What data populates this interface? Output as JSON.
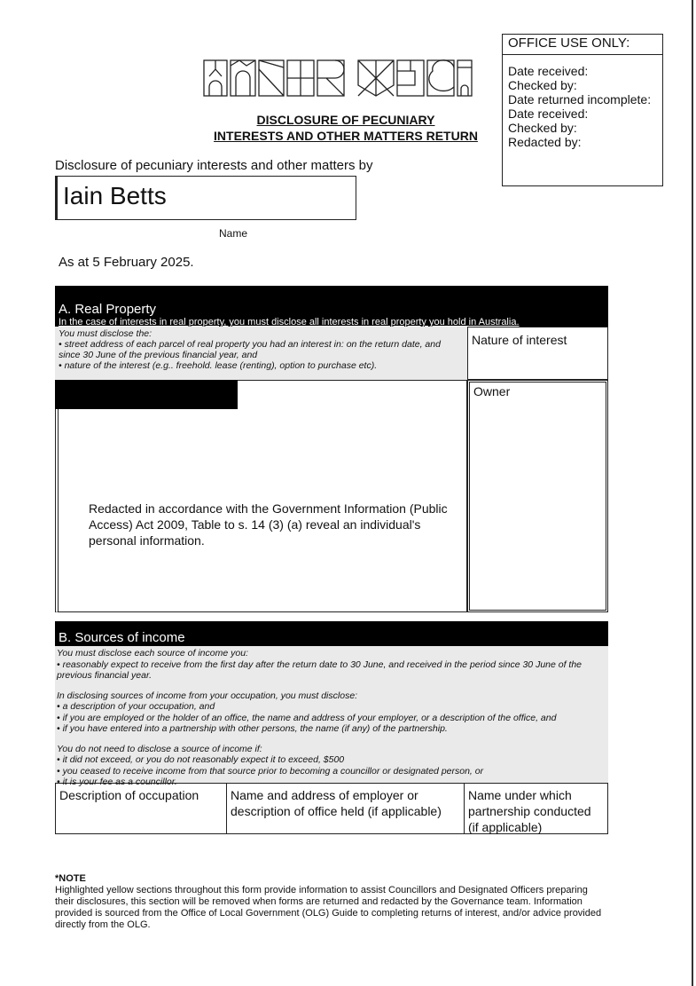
{
  "office": {
    "title": "OFFICE USE ONLY:",
    "fields": [
      "Date received:",
      "Checked by:",
      "Date returned incomplete:",
      "Date received:",
      "Checked by:",
      "Redacted by:"
    ]
  },
  "logo_text": "INNER WEST",
  "title1": "DISCLOSURE OF PECUNIARY",
  "title2": "INTERESTS AND OTHER MATTERS RETURN",
  "byline": "Disclosure of pecuniary interests and other matters by",
  "name": "Iain Betts",
  "name_label": "Name",
  "as_at": "As at 5 February 2025.",
  "sectionA": {
    "heading": "A. Real Property",
    "sub": "In the case of interests in real property, you must disclose all interests in real property you hold in Australia.",
    "instr_title": "You must disclose the:",
    "instr": [
      "street address of each parcel of real property you had an interest in: on the return date, and since 30 June of the previous financial year, and",
      "nature of the interest (e.g.. freehold. lease (renting), option to purchase etc)."
    ],
    "col_nature": "Nature of interest",
    "col_owner": "Owner",
    "redacted": "Redacted in accordance with the Government Information (Public Access) Act 2009, Table to s. 14 (3) (a) reveal an individual's personal information."
  },
  "sectionB": {
    "heading": "B. Sources of income",
    "p1_title": "You must disclose each source of income you:",
    "p1": [
      "reasonably expect to receive from the first day after the return date to 30 June, and received in the period since 30 June of the previous financial year."
    ],
    "p2_title": "In disclosing sources of income from your occupation, you must disclose:",
    "p2": [
      "a description of your occupation, and",
      "if you are employed or the holder of an office, the name and address of your employer, or a description of the office, and",
      "if you have entered into a partnership with other persons, the name (if any) of the partnership."
    ],
    "p3_title": "You do not need to disclose a source of income if:",
    "p3": [
      "it did not exceed, or you do not reasonably expect it to exceed, $500",
      "you ceased to receive income from that source prior to becoming a councillor or designated person, or",
      "it is your fee as a councillor."
    ],
    "col1": "Description of occupation",
    "col2": "Name and address of employer or description of office held (if applicable)",
    "col3": "Name under which partnership conducted (if applicable)"
  },
  "note": {
    "title": "*NOTE",
    "text": "Highlighted yellow sections throughout this form provide information to assist Councillors and Designated Officers preparing their disclosures, this section will be removed when forms are returned and redacted by the Governance team. Information provided is sourced from the Office of Local Government (OLG) Guide to completing returns of interest, and/or advice provided directly from the OLG."
  }
}
